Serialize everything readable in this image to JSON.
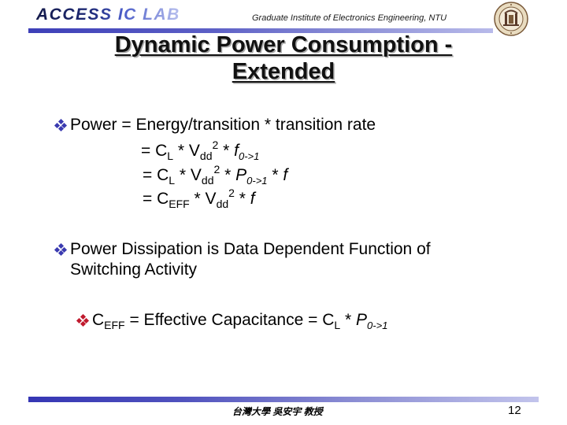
{
  "header": {
    "lab_name": "ACCESS IC LAB",
    "institute": "Graduate Institute of Electronics Engineering, NTU",
    "seal_icon": "university-seal-icon"
  },
  "title": {
    "line1": "Dynamic Power Consumption -",
    "line2": "Extended"
  },
  "bullets": [
    {
      "icon": "blue-diamond-bullet-icon",
      "text": "Power = Energy/transition * transition rate",
      "equations": [
        {
          "lead": "= C",
          "sub1": "L",
          "mid1": " * V",
          "sub2": "dd",
          "sup2": "2",
          "mid2": " * ",
          "var": "f",
          "sub3": "0->1",
          "tail": ""
        },
        {
          "lead": "= C",
          "sub1": "L",
          "mid1": " * V",
          "sub2": "dd",
          "sup2": "2",
          "mid2": " * ",
          "var": "P",
          "sub3": "0->1",
          "tail": " * ",
          "tail_var": "f"
        },
        {
          "lead": "= C",
          "sub1": "EFF",
          "mid1": " * V",
          "sub2": "dd",
          "sup2": "2",
          "mid2": " * ",
          "var": "f",
          "sub3": "",
          "tail": ""
        }
      ]
    },
    {
      "icon": "blue-diamond-bullet-icon",
      "line1": "Power Dissipation is Data Dependent Function of",
      "line2": "Switching Activity"
    }
  ],
  "sub_bullet": {
    "icon": "red-diamond-bullet-icon",
    "lead": "C",
    "sub1": "EFF",
    "mid": " = Effective Capacitance = C",
    "sub2": "L",
    "mid2": " * ",
    "var": "P",
    "sub3": "0->1"
  },
  "footer": {
    "text": "台灣大學 吳安宇 教授",
    "page_number": "12"
  },
  "colors": {
    "lab_logo_dark": "#1e2a78",
    "header_bar": "#3d3fb8",
    "bullet_blue": "#3a3ab0",
    "bullet_red": "#c01a2e",
    "footer_bar": "#3536b4"
  }
}
